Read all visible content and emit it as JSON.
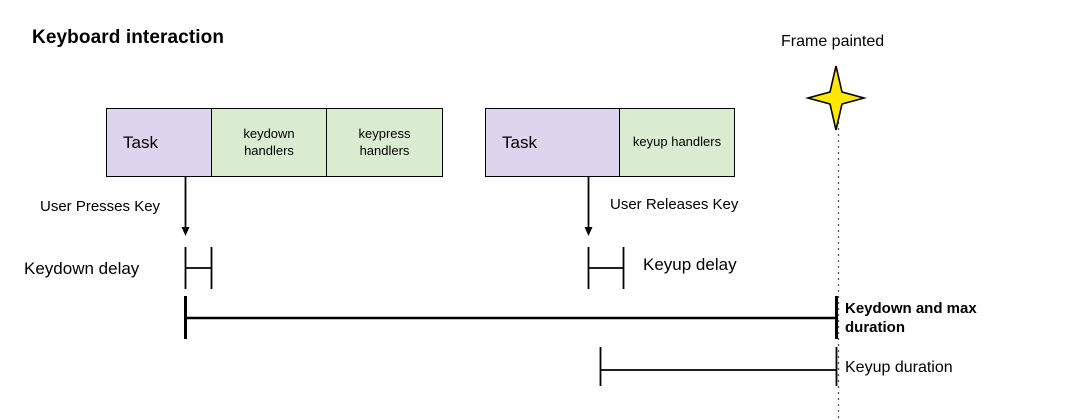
{
  "diagram": {
    "title": "Keyboard interaction",
    "frame_marker": {
      "label": "Frame painted",
      "icon": "four-point-star-icon",
      "star_color": "#ffe800",
      "star_stroke": "#000000"
    },
    "colors": {
      "task_fill": "#ddd4ed",
      "handler_fill": "#d9ecd0",
      "stroke": "#000000",
      "background": "#ffffff"
    },
    "tracks": [
      {
        "name": "keydown-track",
        "boxes": [
          {
            "label": "Task",
            "kind": "task"
          },
          {
            "label": "keydown\nhandlers",
            "line1": "keydown",
            "line2": "handlers",
            "kind": "handler"
          },
          {
            "label": "keypress\nhandlers",
            "line1": "keypress",
            "line2": "handlers",
            "kind": "handler"
          }
        ],
        "event_label": "User Presses Key",
        "delay_label": "Keydown delay",
        "duration_label": "Keydown and max duration",
        "duration_label_line1": "Keydown and max",
        "duration_label_line2": "duration",
        "duration_bold": true
      },
      {
        "name": "keyup-track",
        "boxes": [
          {
            "label": "Task",
            "kind": "task"
          },
          {
            "label": "keyup handlers",
            "line1": "keyup handlers",
            "line2": "",
            "kind": "handler"
          }
        ],
        "event_label": "User Releases Key",
        "delay_label": "Keyup delay",
        "duration_label": "Keyup duration",
        "duration_bold": false
      }
    ]
  }
}
